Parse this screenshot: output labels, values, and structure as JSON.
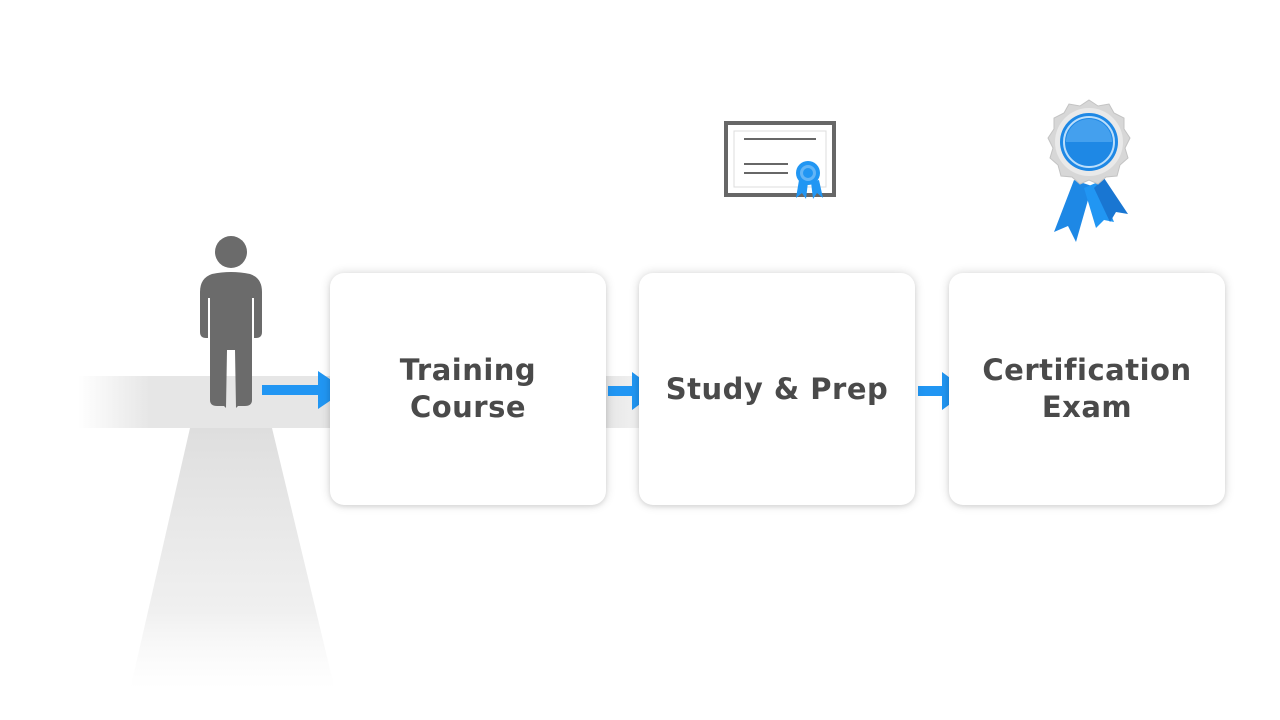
{
  "colors": {
    "accent": "#2196f3",
    "text": "#4a4a4a",
    "figure": "#6b6b6b",
    "path_shadow": "#e3e3e3"
  },
  "steps": [
    {
      "line1": "Training",
      "line2": "Course"
    },
    {
      "line1": "Study & Prep",
      "line2": ""
    },
    {
      "line1": "Certification",
      "line2": "Exam"
    }
  ],
  "icons": {
    "person": "person-icon",
    "arrow": "arrow-right-icon",
    "certificate": "certificate-icon",
    "award": "award-ribbon-icon"
  }
}
